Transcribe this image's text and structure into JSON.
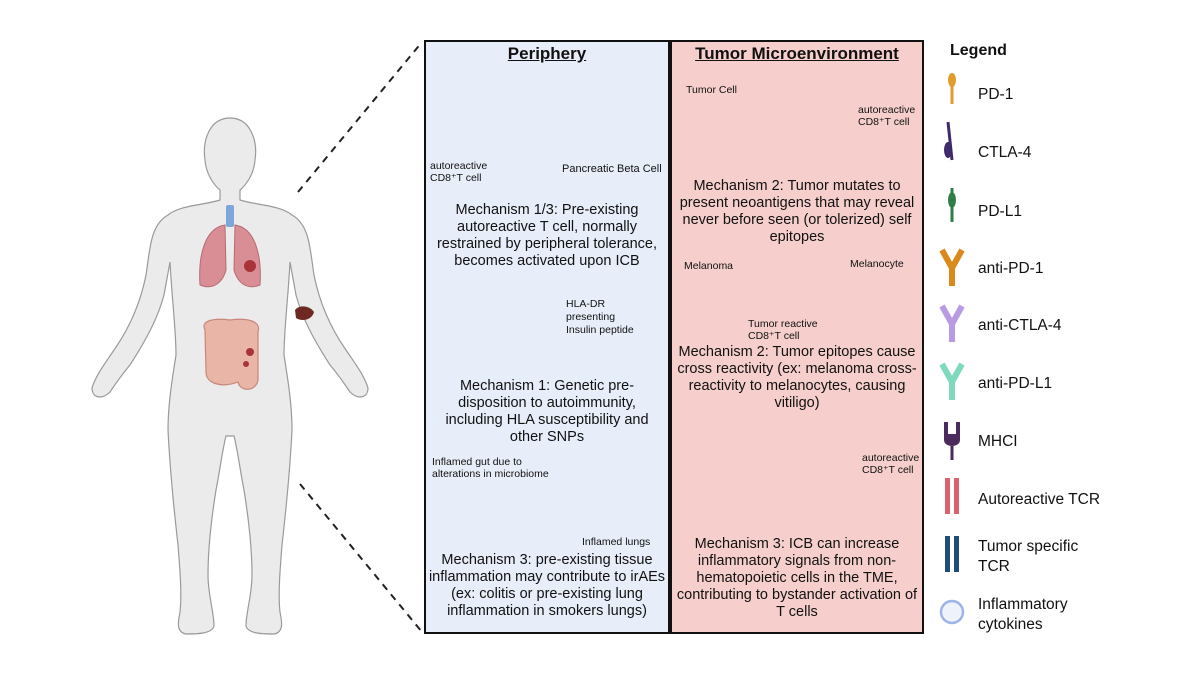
{
  "periphery": {
    "title": "Periphery",
    "label_autoreactive": "autoreactive",
    "label_cd8": "CD8⁺T cell",
    "label_beta": "Pancreatic Beta Cell",
    "mech_1_3": "Mechanism 1/3: Pre-existing autoreactive T cell, normally restrained by peripheral tolerance, becomes activated upon ICB",
    "hla_line1": "HLA-DR",
    "hla_line2": "presenting",
    "hla_line3": "Insulin peptide",
    "mech_1": "Mechanism 1: Genetic pre-disposition to autoimmunity, including HLA susceptibility and other SNPs",
    "gut_line1": "Inflamed gut due to",
    "gut_line2": "alterations in microbiome",
    "lungs_label": "Inflamed lungs",
    "mech_3": "Mechanism 3:  pre-existing tissue inflammation may contribute to irAEs (ex: colitis or pre-existing lung inflammation in smokers lungs)"
  },
  "tme": {
    "title": "Tumor Microenvironment",
    "tumor_cell": "Tumor Cell",
    "label_autoreactive": "autoreactive",
    "label_cd8": "CD8⁺T cell",
    "mech_2a": "Mechanism 2: Tumor mutates to present neoantigens that may reveal never before seen (or tolerized) self epitopes",
    "melanoma": "Melanoma",
    "melanocyte": "Melanocyte",
    "tumor_reactive": "Tumor reactive",
    "mech_2b": "Mechanism 2: Tumor epitopes cause cross reactivity (ex: melanoma cross-reactivity to melanocytes, causing vitiligo)",
    "label_autoreactive2": "autoreactive",
    "label_cd8_2": "CD8⁺T cell",
    "mech_3": "Mechanism 3: ICB can increase inflammatory signals from non-hematopoietic cells in the TME, contributing to bystander activation of T cells"
  },
  "legend": {
    "title": "Legend",
    "items": [
      "PD-1",
      "CTLA-4",
      "PD-L1",
      "anti-PD-1",
      "anti-CTLA-4",
      "anti-PD-L1",
      "MHCI",
      "Autoreactive TCR",
      "Tumor specific TCR",
      "Inflammatory cytokines"
    ]
  },
  "colors": {
    "periphery_bg": "#e7eef9",
    "tme_bg": "#f6cfcc",
    "pd1": "#e39b2a",
    "ctla4": "#3f2a6b",
    "pdl1": "#2f7d4a",
    "anti_ctla4": "#b99be3",
    "anti_pdl1": "#7fd9bd",
    "mhci": "#4b2a5c",
    "autoreactive_tcr": "#d9616c",
    "tumor_tcr": "#1f4d7a",
    "cytokine": "#9db4e6"
  }
}
